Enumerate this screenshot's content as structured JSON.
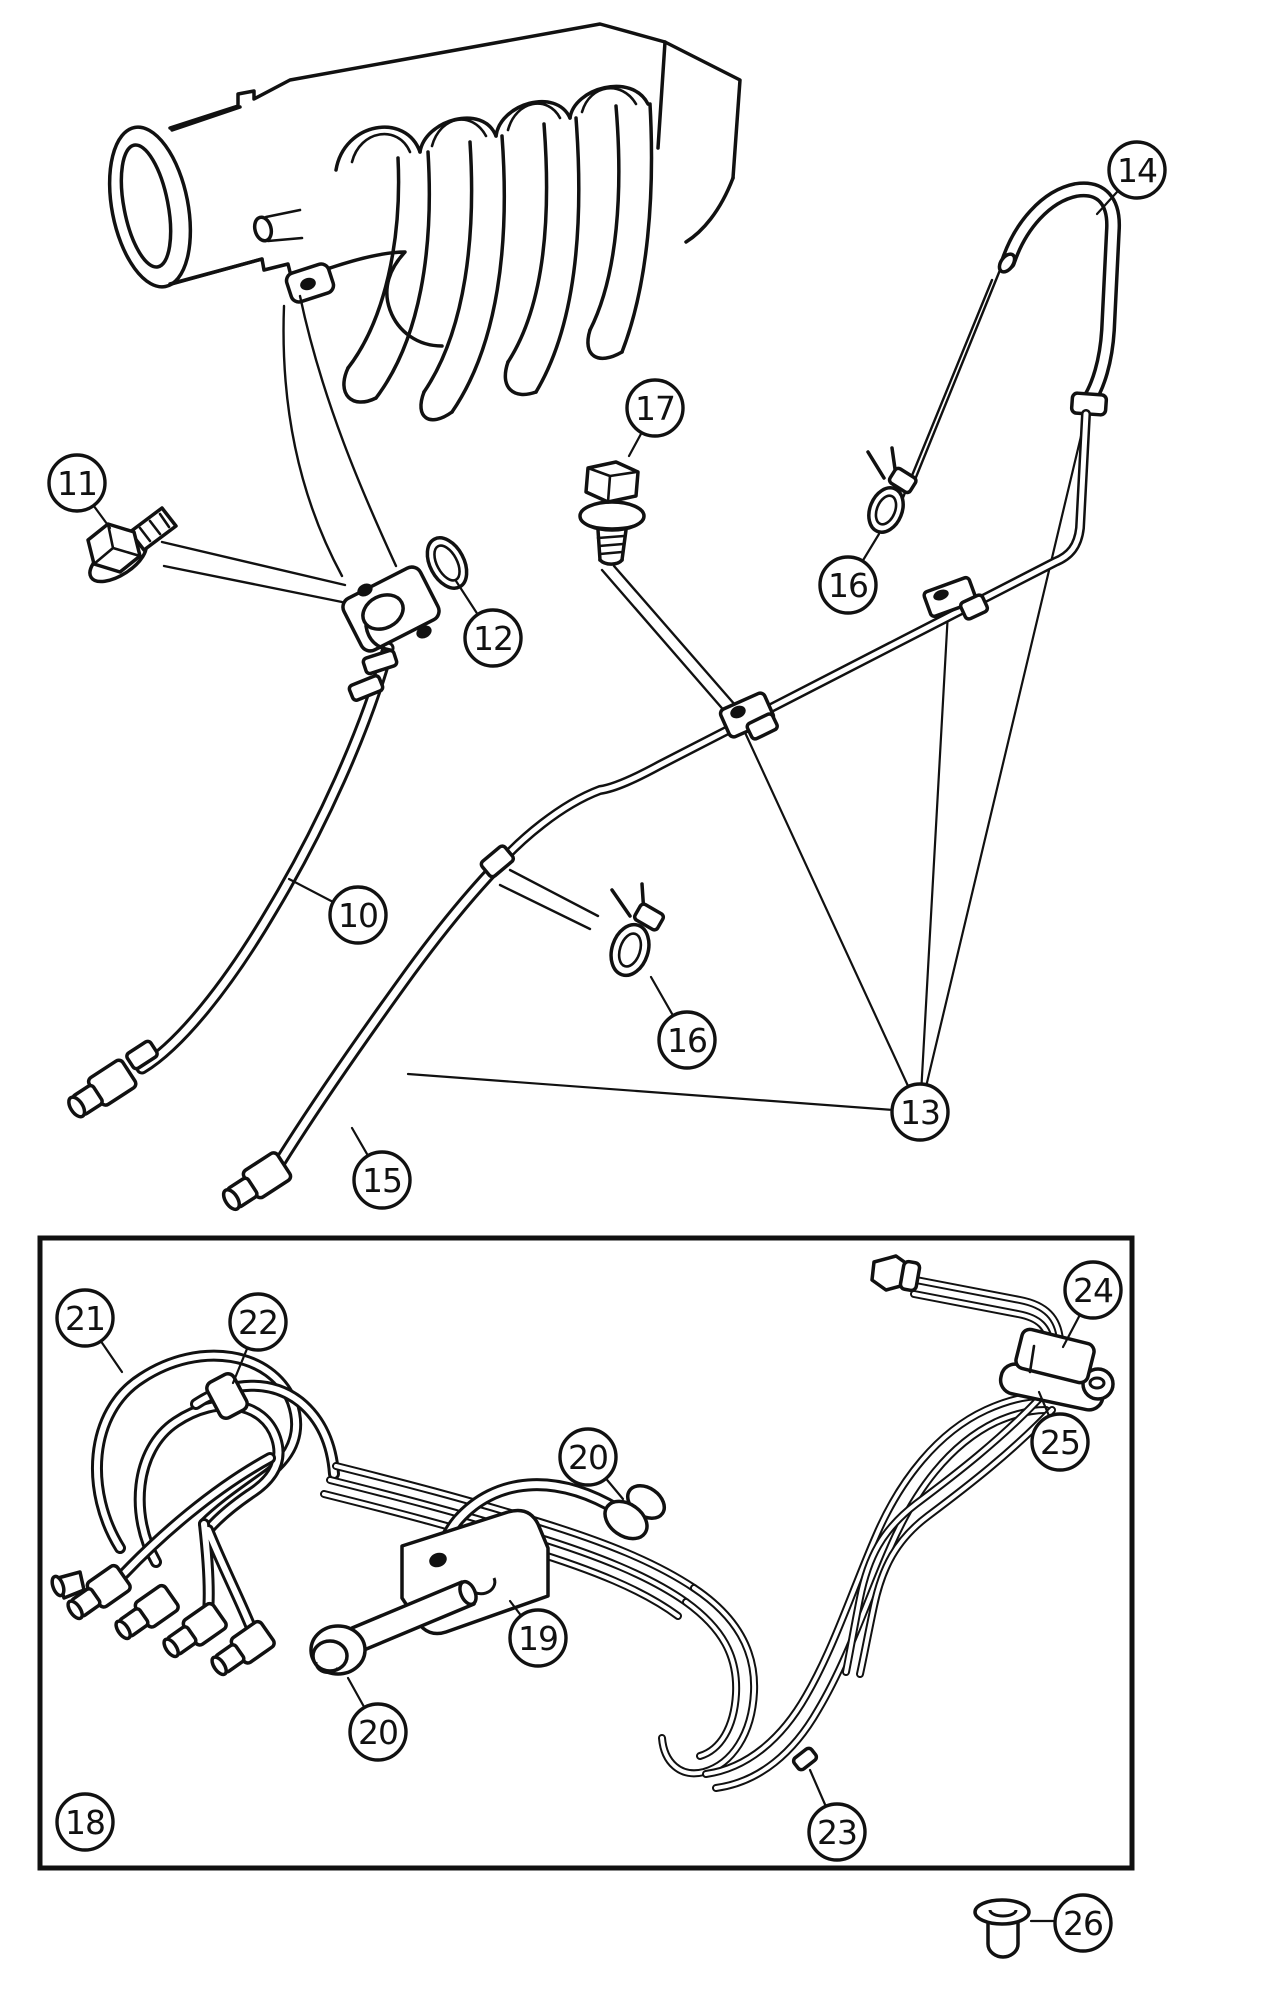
{
  "diagram": {
    "type": "exploded-parts-line-drawing",
    "background": "#ffffff",
    "line_color": "#111111",
    "callouts": {
      "c10": {
        "label": "10"
      },
      "c11": {
        "label": "11"
      },
      "c12": {
        "label": "12"
      },
      "c13": {
        "label": "13"
      },
      "c14": {
        "label": "14"
      },
      "c15": {
        "label": "15"
      },
      "c16a": {
        "label": "16"
      },
      "c16b": {
        "label": "16"
      },
      "c17": {
        "label": "17"
      },
      "c18": {
        "label": "18"
      },
      "c19": {
        "label": "19"
      },
      "c20a": {
        "label": "20"
      },
      "c20b": {
        "label": "20"
      },
      "c21": {
        "label": "21"
      },
      "c22": {
        "label": "22"
      },
      "c23": {
        "label": "23"
      },
      "c24": {
        "label": "24"
      },
      "c25": {
        "label": "25"
      },
      "c26": {
        "label": "26"
      }
    }
  }
}
